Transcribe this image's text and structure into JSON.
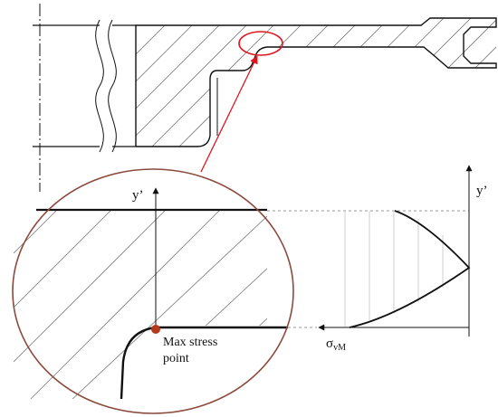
{
  "labels": {
    "y_prime_zoom": "y’",
    "y_prime_plot": "y’",
    "max_stress_line1": "Max stress",
    "max_stress_line2": "point",
    "sigma_main": "σ",
    "sigma_sub": "vM"
  },
  "colors": {
    "ink": "#111111",
    "hatch": "#7a7a7a",
    "highlight": "#e0141e",
    "zoom_circle": "#8b4a3c",
    "stress_point": "#b5381b",
    "guide": "#9a9a9a",
    "distribution_hatch": "#cfcfcf"
  }
}
